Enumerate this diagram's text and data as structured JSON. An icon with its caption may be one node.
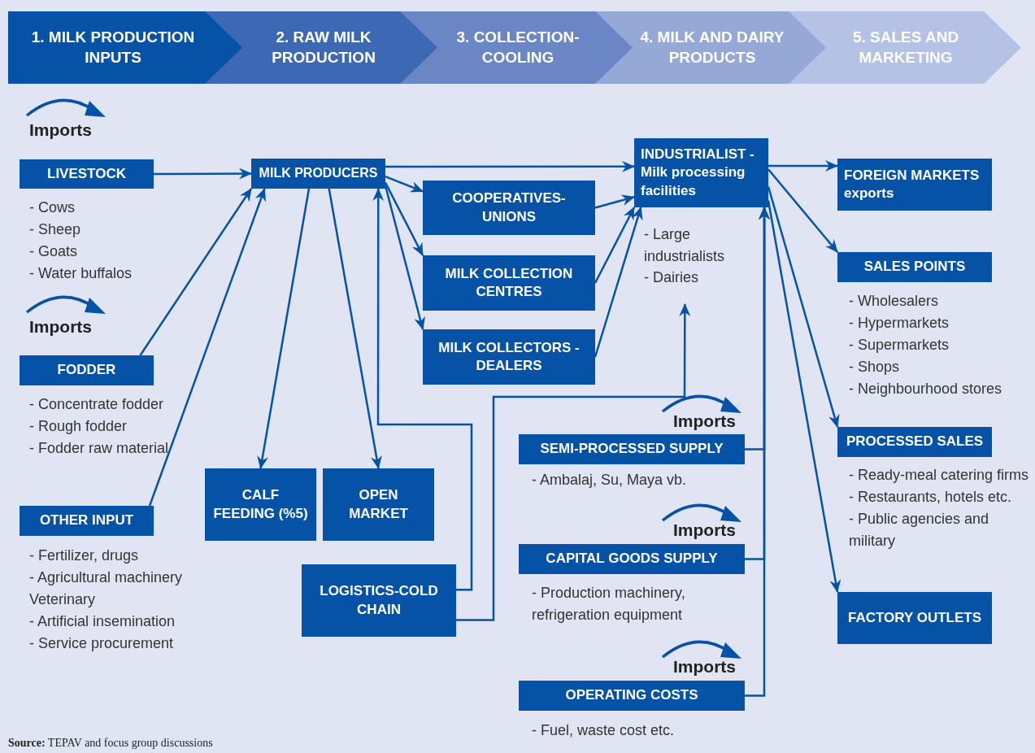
{
  "diagram": {
    "nodes": [
      {
        "text": [
          "1. MILK PRODUCTION INPUTS"
        ]
      },
      {
        "text": [
          "2. RAW MILK PRODUCTION"
        ]
      },
      {
        "text": [
          "3. COLLECTION-COOLING"
        ]
      },
      {
        "text": [
          "4. MILK AND DAIRY PRODUCTS"
        ]
      },
      {
        "text": [
          "5. SALES AND MARKETING"
        ]
      },
      {
        "text": [
          "LIVESTOCK"
        ],
        "beside": [
          "- Cows",
          "- Sheep",
          "- Goats",
          "- Water buffalos"
        ]
      },
      {
        "text": [
          "FODDER"
        ],
        "beside": [
          "- Concentrate fodder",
          "- Rough fodder",
          "- Fodder raw material"
        ]
      },
      {
        "text": [
          "OTHER INPUT"
        ],
        "beside": [
          "- Fertilizer, drugs",
          "- Agricultural machinery",
          "Veterinary",
          "- Artificial insemination",
          "- Service procurement"
        ]
      },
      {
        "text": [
          "MILK PRODUCERS"
        ]
      },
      {
        "text": [
          "COOPERATIVES- UNIONS"
        ]
      },
      {
        "text": [
          "MILK COLLECTION CENTRES"
        ]
      },
      {
        "text": [
          "MILK COLLECTORS - DEALERS"
        ]
      },
      {
        "text": [
          "CALF FEEDING (%5)"
        ]
      },
      {
        "text": [
          "OPEN MARKET"
        ]
      },
      {
        "text": [
          "LOGISTICS-COLD CHAIN"
        ]
      },
      {
        "text": [
          "INDUSTRIALIST - Milk processing facilities"
        ],
        "beside": [
          "- Large industrialists",
          "- Dairies"
        ]
      },
      {
        "text": [
          "SEMI-PROCESSED SUPPLY"
        ],
        "beside": [
          "- Ambalaj, Su, Maya vb."
        ]
      },
      {
        "text": [
          "CAPITAL GOODS SUPPLY"
        ],
        "beside": [
          "- Production machinery, refrigeration equipment"
        ]
      },
      {
        "text": [
          "OPERATING COSTS"
        ],
        "beside": [
          "- Fuel, waste cost etc."
        ]
      },
      {
        "text": [
          "FOREIGN MARKETS exports"
        ]
      },
      {
        "text": [
          "SALES POINTS"
        ],
        "beside": [
          "- Wholesalers",
          "- Hypermarkets",
          "- Supermarkets",
          "- Shops",
          "- Neighbourhood stores"
        ]
      },
      {
        "text": [
          "PROCESSED SALES"
        ],
        "beside": [
          "- Ready-meal catering firms",
          "- Restaurants, hotels etc.",
          "- Public agencies and military"
        ]
      },
      {
        "text": [
          "FACTORY OUTLETS"
        ]
      }
    ],
    "edges": [
      {
        "from": 5,
        "to": 8,
        "arrow": "to"
      },
      {
        "from": 6,
        "to": 8,
        "arrow": "to"
      },
      {
        "from": 7,
        "to": 8,
        "arrow": "to"
      },
      {
        "from": 8,
        "to": 12,
        "arrow": "to"
      },
      {
        "from": 8,
        "to": 13,
        "arrow": "to"
      },
      {
        "from": 14,
        "to": 8,
        "arrow": "to"
      },
      {
        "from": 14,
        "to": 15,
        "arrow": "to"
      },
      {
        "from": 8,
        "to": 15,
        "arrow": "to"
      },
      {
        "from": 8,
        "to": 9,
        "arrow": "to"
      },
      {
        "from": 8,
        "to": 10,
        "arrow": "to"
      },
      {
        "from": 8,
        "to": 11,
        "arrow": "to"
      },
      {
        "from": 9,
        "to": 15,
        "arrow": "to"
      },
      {
        "from": 10,
        "to": 15,
        "arrow": "to"
      },
      {
        "from": 11,
        "to": 15,
        "arrow": "to"
      },
      {
        "from": 16,
        "to": 15,
        "arrow": "to"
      },
      {
        "from": 17,
        "to": 15,
        "arrow": "to"
      },
      {
        "from": 18,
        "to": 15,
        "arrow": "to"
      },
      {
        "from": 15,
        "to": 19,
        "arrow": "to"
      },
      {
        "from": 15,
        "to": 20,
        "arrow": "to"
      },
      {
        "from": 15,
        "to": 21,
        "arrow": "to"
      },
      {
        "from": 15,
        "to": 22,
        "arrow": "to"
      }
    ],
    "labels": [
      "Imports",
      "Imports",
      "Imports",
      "Imports",
      "Imports"
    ],
    "caption": "**Source:** TEPAV and focus group discussions"
  }
}
